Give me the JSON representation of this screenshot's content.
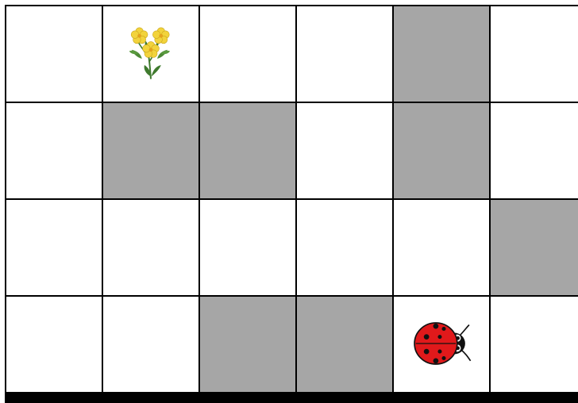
{
  "board": {
    "rows": 4,
    "cols": 6,
    "cells": [
      [
        "empty",
        "flower",
        "empty",
        "empty",
        "blocked",
        "empty"
      ],
      [
        "empty",
        "blocked",
        "blocked",
        "empty",
        "blocked",
        "empty"
      ],
      [
        "empty",
        "empty",
        "empty",
        "empty",
        "empty",
        "blocked"
      ],
      [
        "empty",
        "empty",
        "blocked",
        "blocked",
        "ladybug",
        "empty"
      ]
    ]
  },
  "pieces": {
    "flower": {
      "icon": "flower-icon",
      "petal_color": "#f2d33c",
      "leaf_color": "#3f7a2e"
    },
    "ladybug": {
      "icon": "ladybug-icon",
      "shell_color": "#e0191b",
      "head_color": "#111111"
    }
  },
  "colors": {
    "blocked": "#a6a6a6",
    "empty": "#ffffff",
    "grid_line": "#000000"
  }
}
